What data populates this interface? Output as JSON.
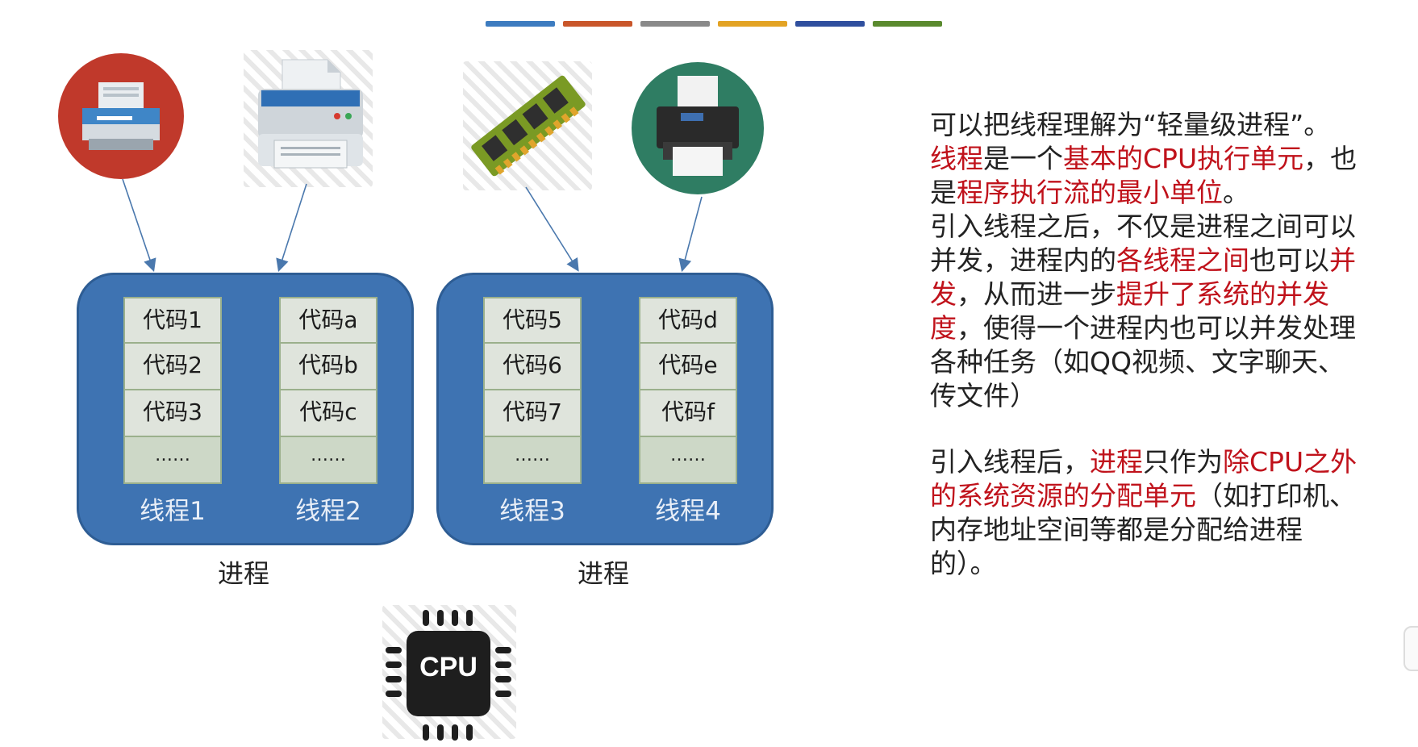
{
  "colors": {
    "top_bar": [
      "#3d7cc0",
      "#c9562a",
      "#8a8a8a",
      "#e3a324",
      "#2f4f9e",
      "#5a8a2e"
    ],
    "process_fill": "#3e73b2",
    "highlight": "#c0121b"
  },
  "devices": [
    {
      "name": "fax-machine-icon"
    },
    {
      "name": "printer-icon"
    },
    {
      "name": "memory-module-icon"
    },
    {
      "name": "photo-printer-icon"
    }
  ],
  "processes": [
    {
      "label": "进程",
      "threads": [
        {
          "label": "线程1",
          "cells": [
            "代码1",
            "代码2",
            "代码3",
            "……"
          ]
        },
        {
          "label": "线程2",
          "cells": [
            "代码a",
            "代码b",
            "代码c",
            "……"
          ]
        }
      ]
    },
    {
      "label": "进程",
      "threads": [
        {
          "label": "线程3",
          "cells": [
            "代码5",
            "代码6",
            "代码7",
            "……"
          ]
        },
        {
          "label": "线程4",
          "cells": [
            "代码d",
            "代码e",
            "代码f",
            "……"
          ]
        }
      ]
    }
  ],
  "cpu_label": "CPU",
  "text": {
    "p1": "可以把线程理解为“轻量级进程”。",
    "p2": [
      {
        "t": "线程",
        "hl": true
      },
      {
        "t": "是一个",
        "hl": false
      },
      {
        "t": "基本的CPU执行单元",
        "hl": true
      },
      {
        "t": "，也是",
        "hl": false
      },
      {
        "t": "程序执行流的最小单位",
        "hl": true
      },
      {
        "t": "。",
        "hl": false
      }
    ],
    "p3": [
      {
        "t": "引入线程之后，不仅是进程之间可以并发，进程内的",
        "hl": false
      },
      {
        "t": "各线程之间",
        "hl": true
      },
      {
        "t": "也可以",
        "hl": false
      },
      {
        "t": "并发",
        "hl": true
      },
      {
        "t": "，从而进一步",
        "hl": false
      },
      {
        "t": "提升了系统的并发度",
        "hl": true
      },
      {
        "t": "，使得一个进程内也可以并发处理各种任务（如QQ视频、文字聊天、传文件）",
        "hl": false
      }
    ],
    "p4": [
      {
        "t": "引入线程后，",
        "hl": false
      },
      {
        "t": "进程",
        "hl": true
      },
      {
        "t": "只作为",
        "hl": false
      },
      {
        "t": "除CPU之外的系统资源的分配单元",
        "hl": true
      },
      {
        "t": "（如打印机、内存地址空间等都是分配给进程的）。",
        "hl": false
      }
    ]
  }
}
